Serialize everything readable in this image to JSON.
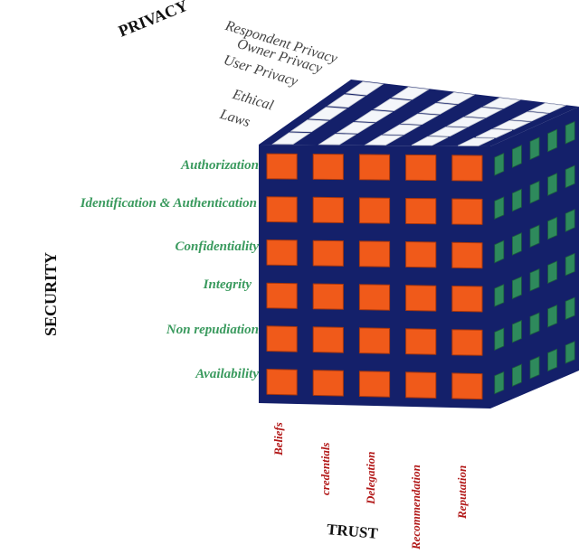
{
  "privacy": {
    "title": "PRIVACY",
    "items": [
      "Respondent Privacy",
      "Owner Privacy",
      "User Privacy",
      "Ethical",
      "Laws"
    ]
  },
  "security": {
    "title": "SECURITY",
    "items": [
      "Authorization",
      "Identification & Authentication",
      "Confidentiality",
      "Integrity",
      "Non repudiation",
      "Availability"
    ]
  },
  "trust": {
    "title": "TRUST",
    "items": [
      "Beliefs",
      "credentials",
      "Delegation",
      "Recommendation",
      "Reputation"
    ]
  },
  "colors": {
    "front_tile": "#f05a1a",
    "side_tile": "#2e8a5c",
    "top_tile": "#f4f6fa",
    "frame": "#14206a",
    "security_text": "#3a9a5e",
    "trust_text": "#b21818",
    "privacy_text": "#444444"
  }
}
